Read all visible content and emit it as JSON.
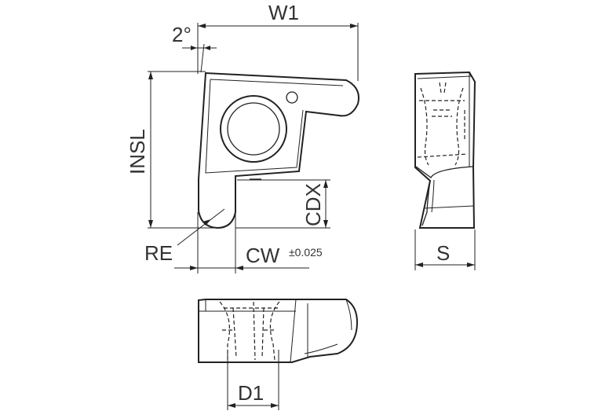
{
  "labels": {
    "w1": "W1",
    "angle": "2°",
    "insl": "INSL",
    "cdx": "CDX",
    "re": "RE",
    "cw": "CW",
    "cw_tolerance": "±0.025",
    "s": "S",
    "d1": "D1"
  }
}
